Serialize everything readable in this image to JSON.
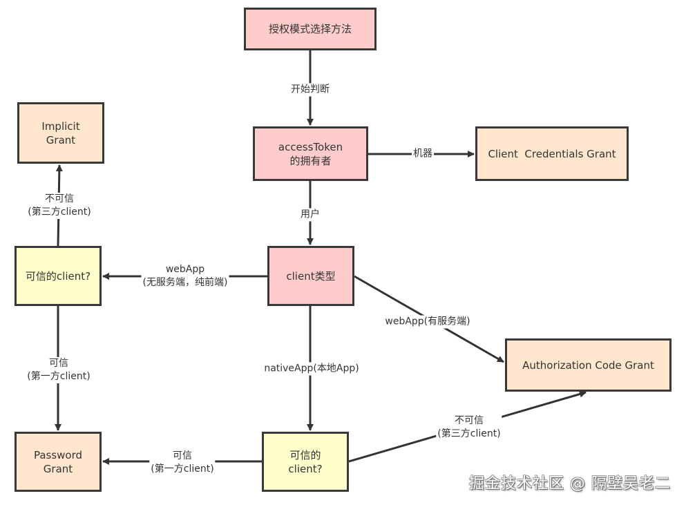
{
  "diagram": {
    "colors": {
      "start_fill": "#ffcccc",
      "grant_fill": "#ffe6cc",
      "decision_fill": "#ffffcc",
      "stroke": "#383838"
    },
    "nodes": {
      "start": "授权模式选择方法",
      "token_owner": "accessToken\n的拥有者",
      "client_credentials": "Client  Credentials Grant",
      "implicit": "Implicit\nGrant",
      "client_type": "client类型",
      "trusted_web": "可信的client?",
      "auth_code": "Authorization Code Grant",
      "password": "Password\nGrant",
      "trusted_native": "可信的\nclient?"
    },
    "edges": {
      "start_to_owner": "开始判断",
      "owner_to_cc": "机器",
      "owner_to_type": "用户",
      "type_to_trusted_web": "webApp\n(无服务端，纯前端)",
      "trusted_web_to_implicit": "不可信\n(第三方client)",
      "trusted_web_to_password": "可信\n(第一方client)",
      "type_to_auth_code": "webApp(有服务端)",
      "type_to_trusted_native": "nativeApp(本地App)",
      "trusted_native_to_password": "可信\n(第一方client)",
      "trusted_native_to_auth_code": "不可信\n(第三方client)"
    }
  },
  "watermark": "掘金技术社区 @ 隔壁吴老二"
}
